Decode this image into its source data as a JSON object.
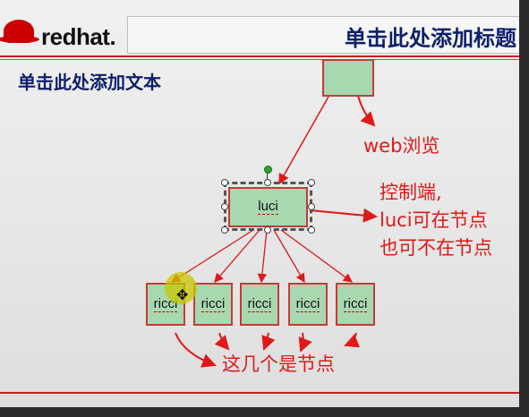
{
  "slide": {
    "logo_text": "redhat.",
    "title": "单击此处添加标题",
    "subtitle": "单击此处添加文本"
  },
  "diagram": {
    "web_node": "",
    "luci_node": "luci",
    "ricci_nodes": [
      "ricci",
      "ricci",
      "ricci",
      "ricci",
      "ricci"
    ]
  },
  "annotations": {
    "web_label": "web浏览",
    "luci_label_line1": "控制端,",
    "luci_label_line2": "luci可在节点",
    "luci_label_line3": "也可不在节点",
    "nodes_label": "这几个是节点"
  },
  "colors": {
    "node_fill": "#a8d8b0",
    "node_border": "#c63a3a",
    "annotation": "#e01818",
    "title": "#0e1f6a",
    "accent_bar": "#c21f1f"
  }
}
